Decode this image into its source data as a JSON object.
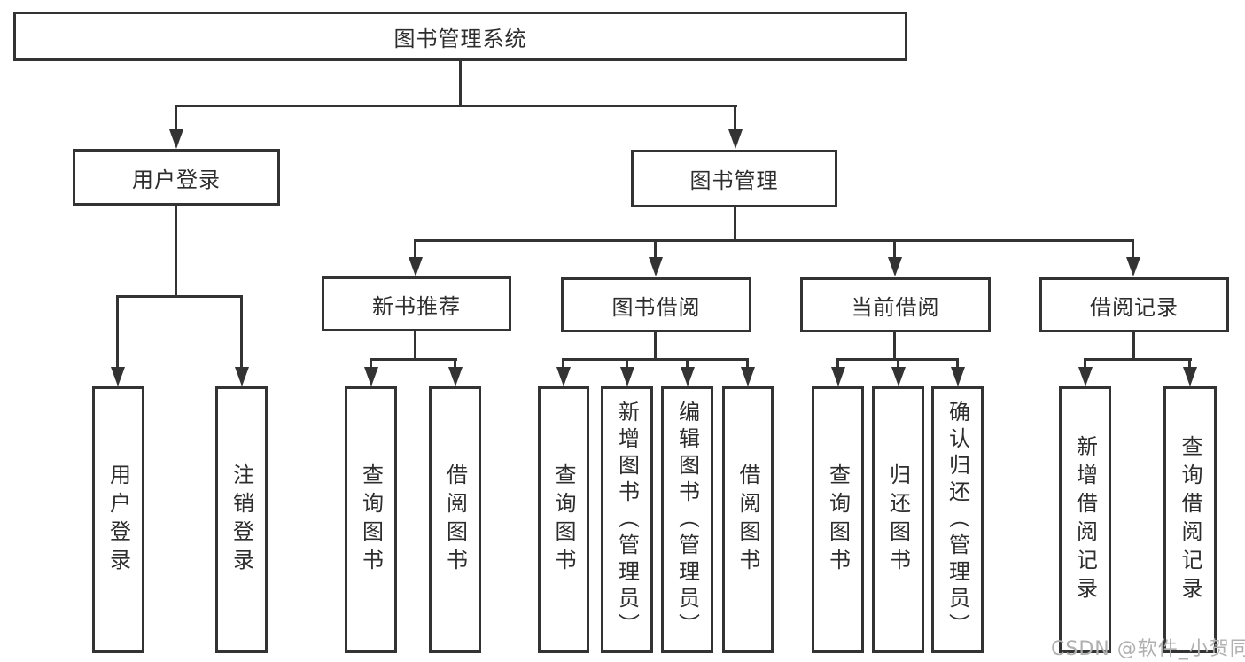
{
  "tree": {
    "root": {
      "label": "图书管理系统"
    },
    "level2": [
      {
        "id": "user-login",
        "label": "用户登录"
      },
      {
        "id": "book-management",
        "label": "图书管理"
      }
    ],
    "level3": [
      {
        "id": "new-book-recommend",
        "label": "新书推荐"
      },
      {
        "id": "book-borrow",
        "label": "图书借阅"
      },
      {
        "id": "current-borrow",
        "label": "当前借阅"
      },
      {
        "id": "borrow-records",
        "label": "借阅记录"
      }
    ],
    "leaves": {
      "user_login": [
        "用户登录",
        "注销登录"
      ],
      "new_book_recommend": [
        "查询图书",
        "借阅图书"
      ],
      "book_borrow": [
        "查询图书",
        "新增图书（管理员）",
        "编辑图书（管理员）",
        "借阅图书"
      ],
      "current_borrow": [
        "查询图书",
        "归还图书",
        "确认归还（管理员）"
      ],
      "borrow_records": [
        "新增借阅记录",
        "查询借阅记录"
      ]
    }
  },
  "watermark": {
    "text": "CSDN @软件_小贺同学"
  },
  "colors": {
    "line": "#333333",
    "text": "#2d2d2d",
    "watermark": "#b0b0b0",
    "background": "#ffffff"
  }
}
